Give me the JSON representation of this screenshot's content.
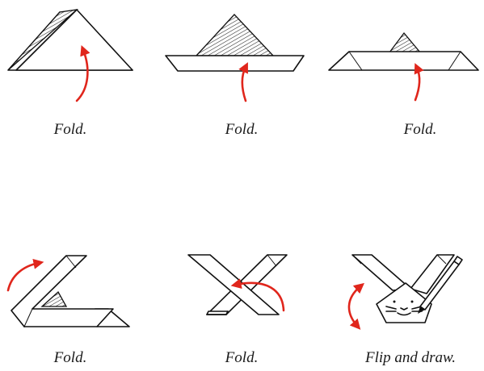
{
  "colors": {
    "arrow": "#e0261c",
    "line": "#111111",
    "paper": "#ffffff"
  },
  "steps": [
    {
      "caption": "Fold.",
      "icons": [
        "triangle-fold-icon",
        "fold-up-arrow-icon"
      ]
    },
    {
      "caption": "Fold.",
      "icons": [
        "band-fold-icon",
        "fold-up-arrow-icon"
      ]
    },
    {
      "caption": "Fold.",
      "icons": [
        "small-triangle-band-icon",
        "fold-up-arrow-icon"
      ]
    },
    {
      "caption": "Fold.",
      "icons": [
        "l-shape-fold-icon",
        "curved-arrow-icon"
      ]
    },
    {
      "caption": "Fold.",
      "icons": [
        "x-shape-fold-icon",
        "curved-arrow-icon"
      ]
    },
    {
      "caption": "Flip and draw.",
      "icons": [
        "cat-face-icon",
        "pencil-icon",
        "flip-arrow-icon"
      ]
    }
  ]
}
